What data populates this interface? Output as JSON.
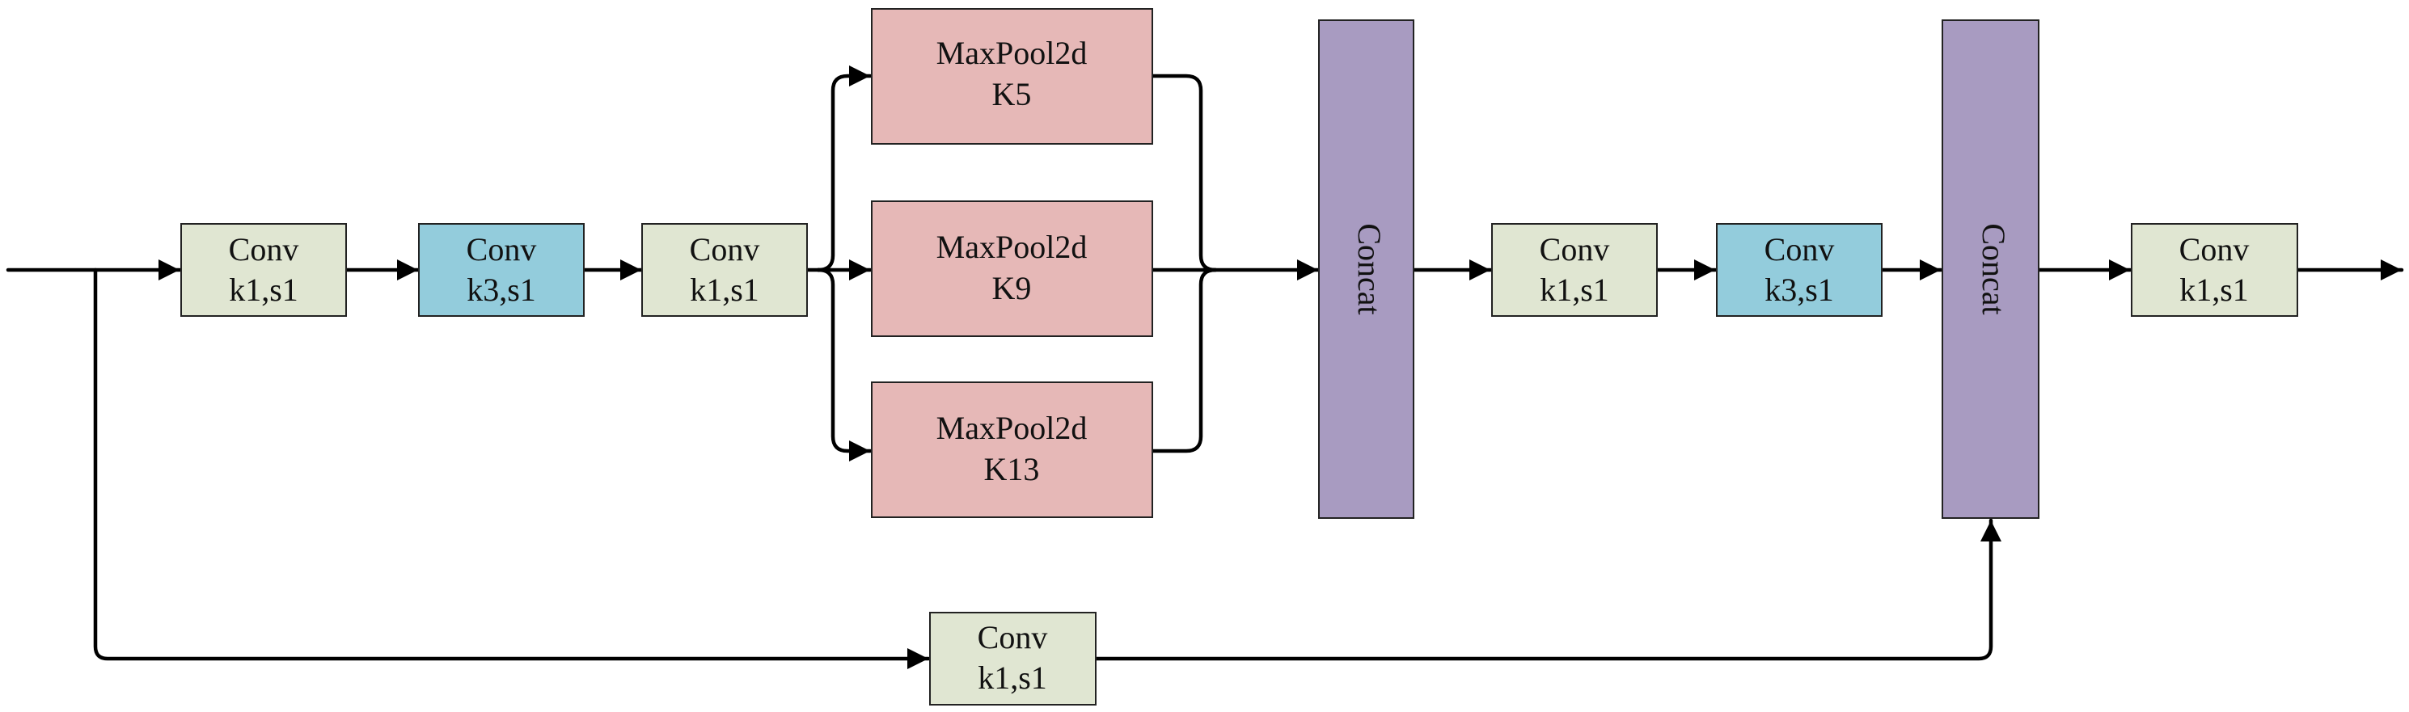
{
  "colors": {
    "conv_k1": "#e0e6d2",
    "conv_k3": "#93ccdc",
    "maxpool": "#e6b8b7",
    "concat": "#a89bc1",
    "edge": "#000000"
  },
  "nodes": {
    "conv1": {
      "line1": "Conv",
      "line2": "k1,s1"
    },
    "conv2": {
      "line1": "Conv",
      "line2": "k3,s1"
    },
    "conv3": {
      "line1": "Conv",
      "line2": "k1,s1"
    },
    "pool5": {
      "line1": "MaxPool2d",
      "line2": "K5"
    },
    "pool9": {
      "line1": "MaxPool2d",
      "line2": "K9"
    },
    "pool13": {
      "line1": "MaxPool2d",
      "line2": "K13"
    },
    "concat1": {
      "label": "Concat"
    },
    "conv4": {
      "line1": "Conv",
      "line2": "k1,s1"
    },
    "conv5": {
      "line1": "Conv",
      "line2": "k3,s1"
    },
    "concat2": {
      "label": "Concat"
    },
    "conv6": {
      "line1": "Conv",
      "line2": "k1,s1"
    },
    "conv_skip": {
      "line1": "Conv",
      "line2": "k1,s1"
    }
  }
}
